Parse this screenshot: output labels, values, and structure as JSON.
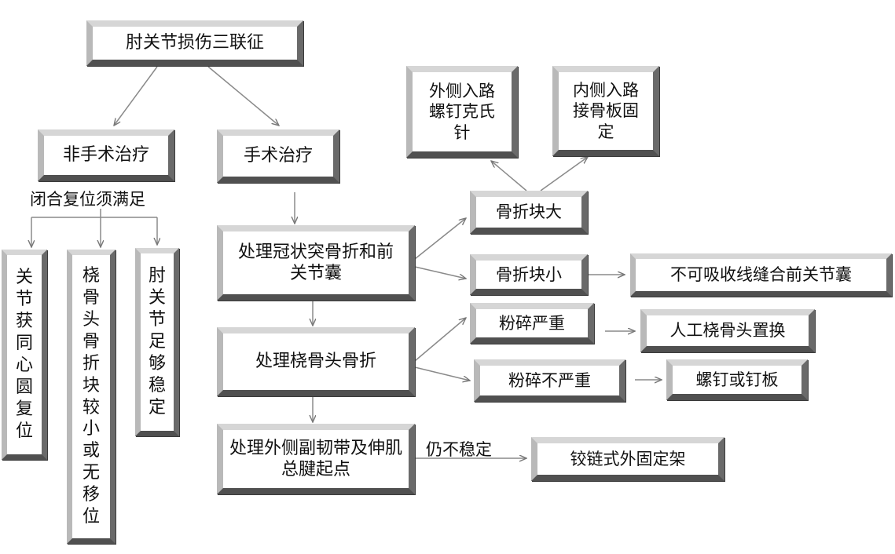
{
  "diagram": {
    "title": "肘关节损伤三联征",
    "branches": {
      "non_surgical": "非手术治疗",
      "surgical": "手术治疗"
    },
    "closed_reduction_label": "闭合复位须满足",
    "conditions": [
      "关节获同心圆复位",
      "桡骨头骨折块较小或无移位",
      "肘关节足够稳定"
    ],
    "steps": {
      "coronoid": "处理冠状突骨折和前关节囊",
      "radial_head": "处理桡骨头骨折",
      "lateral_ligament": "处理外侧副韧带及伸肌总腱起点"
    },
    "coronoid_options": {
      "large": "骨折块大",
      "small": "骨折块小",
      "lateral_approach": "外侧入路螺钉克氏针",
      "medial_approach": "内侧入路接骨板固定",
      "suture": "不可吸收线缝合前关节囊"
    },
    "radial_options": {
      "severe": "粉碎严重",
      "not_severe": "粉碎不严重",
      "replacement": "人工桡骨头置换",
      "screw_plate": "螺钉或钉板"
    },
    "ligament": {
      "still_unstable": "仍不稳定",
      "fixator": "铰链式外固定架"
    }
  }
}
